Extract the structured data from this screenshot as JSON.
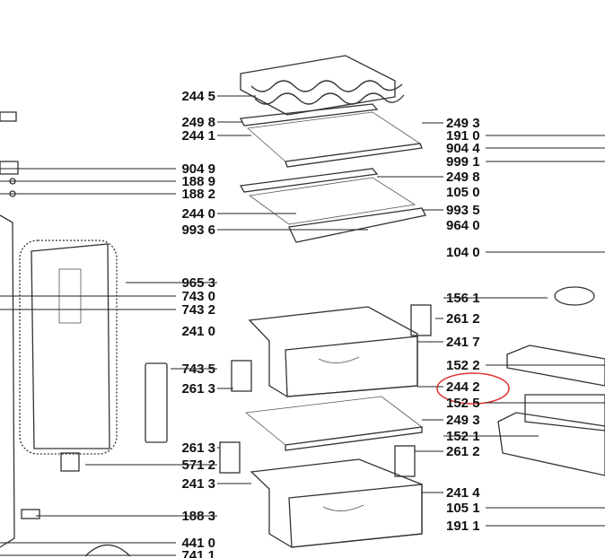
{
  "diagram": {
    "left_labels": [
      "244 5",
      "249 8",
      "244 1",
      "904 9",
      "188 9",
      "188 2",
      "244 0",
      "993 6",
      "965 3",
      "743 0",
      "743 2",
      "241 0",
      "743 5",
      "261 3",
      "261 3",
      "571 2",
      "241 3",
      "188 3",
      "441 0",
      "741 1"
    ],
    "right_labels": [
      "249 3",
      "191 0",
      "904 4",
      "999 1",
      "249 8",
      "105 0",
      "993 5",
      "964 0",
      "104 0",
      "156 1",
      "261 2",
      "241 7",
      "152 2",
      "244 2",
      "152 5",
      "249 3",
      "152 1",
      "261 2",
      "241 4",
      "105 1",
      "191 1"
    ],
    "highlighted_label": "244 2",
    "highlight_color": "#e03030"
  }
}
